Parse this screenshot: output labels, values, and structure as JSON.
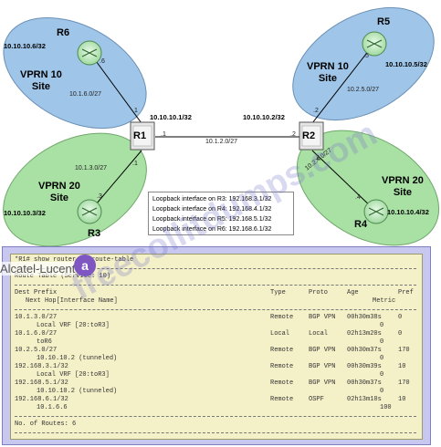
{
  "sites": {
    "top_left": {
      "name": "VPRN 10\nSite",
      "line1": "VPRN 10",
      "line2": "Site",
      "color": "#9fc5e8"
    },
    "top_right": {
      "name": "VPRN 10\nSite",
      "line1": "VPRN 10",
      "line2": "Site",
      "color": "#9fc5e8"
    },
    "bottom_left": {
      "name": "VPRN 20\nSite",
      "line1": "VPRN 20",
      "line2": "Site",
      "color": "#a9e0a4"
    },
    "bottom_right": {
      "name": "VPRN 20\nSite",
      "line1": "VPRN 20",
      "line2": "Site",
      "color": "#a9e0a4"
    }
  },
  "routers": {
    "r1": {
      "name": "R1",
      "system_ip": "10.10.10.1/32"
    },
    "r2": {
      "name": "R2",
      "system_ip": "10.10.10.2/32"
    },
    "r3": {
      "name": "R3",
      "system_ip": "10.10.10.3/32"
    },
    "r4": {
      "name": "R4",
      "system_ip": "10.10.10.4/32"
    },
    "r5": {
      "name": "R5",
      "system_ip": "10.10.10.5/32"
    },
    "r6": {
      "name": "R6",
      "system_ip": "10.10.10.6/32"
    }
  },
  "links": {
    "r1_r2": {
      "subnet": "10.1.2.0/27",
      "r1_end": ".1",
      "r2_end": ".2"
    },
    "r1_r6": {
      "subnet": "10.1.6.0/27",
      "r1_end": ".1",
      "r6_end": ".6"
    },
    "r1_r3": {
      "subnet": "10.1.3.0/27",
      "r1_end": ".1",
      "r3_end": ".3"
    },
    "r2_r5": {
      "subnet": "10.2.5.0/27",
      "r2_end": ".2",
      "r5_end": ".5"
    },
    "r2_r4": {
      "subnet": "10.2.4.0/27",
      "r2_end": ".2",
      "r4_end": ".4"
    }
  },
  "loopbacks": [
    "Loopback interface on R3: 192.168.3.1/32",
    "Loopback interface on R4: 192.168.4.1/32",
    "Loopback interface on R5: 192.168.5.1/32",
    "Loopback interface on R6: 192.168.6.1/32"
  ],
  "terminal": {
    "command": "*R1# show router 10 route-table",
    "table_title": "Route Table (Service: 10)",
    "headers": {
      "dest": "Dest Prefix",
      "type": "Type",
      "proto": "Proto",
      "age": "Age",
      "pref": "Pref",
      "next_hop": "Next Hop[Interface Name]",
      "metric": "Metric"
    },
    "rows": [
      {
        "dest": "10.1.3.0/27",
        "type": "Remote",
        "proto": "BGP VPN",
        "age": "00h30m38s",
        "pref": "0",
        "next_hop": "Local VRF [20:toR3]",
        "metric": "0"
      },
      {
        "dest": "10.1.6.0/27",
        "type": "Local",
        "proto": "Local",
        "age": "02h13m20s",
        "pref": "0",
        "next_hop": "toR6",
        "metric": "0"
      },
      {
        "dest": "10.2.5.0/27",
        "type": "Remote",
        "proto": "BGP VPN",
        "age": "00h30m37s",
        "pref": "170",
        "next_hop": "10.10.10.2 (tunneled)",
        "metric": "0"
      },
      {
        "dest": "192.168.3.1/32",
        "type": "Remote",
        "proto": "BGP VPN",
        "age": "00h30m39s",
        "pref": "10",
        "next_hop": "Local VRF [20:toR3]",
        "metric": "0"
      },
      {
        "dest": "192.168.5.1/32",
        "type": "Remote",
        "proto": "BGP VPN",
        "age": "00h30m37s",
        "pref": "170",
        "next_hop": "10.10.10.2 (tunneled)",
        "metric": "0"
      },
      {
        "dest": "192.168.6.1/32",
        "type": "Remote",
        "proto": "OSPF",
        "age": "02h13m10s",
        "pref": "10",
        "next_hop": "10.1.6.6",
        "metric": "100"
      }
    ],
    "footer": "No. of Routes: 6"
  },
  "brand": {
    "text": "Alcatel-Lucent",
    "logo_letter": "a"
  },
  "watermark": "freecollitdumps.com",
  "colors": {
    "router_box": "#e6e6e6",
    "terminal_bg": "#f4f0c8",
    "panel_bg": "#c7c7f0",
    "cloud_router": "#bfe6bf"
  }
}
